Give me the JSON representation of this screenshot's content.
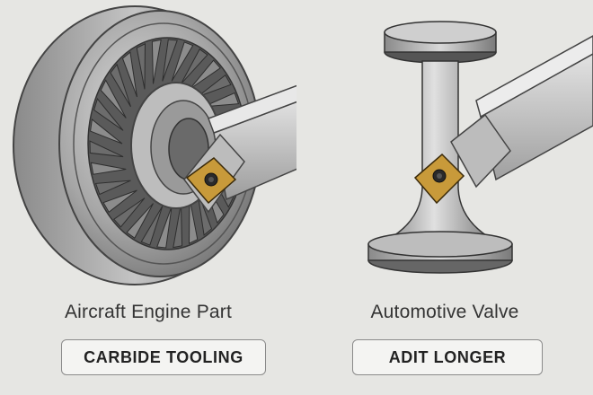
{
  "panels": [
    {
      "caption": "Aircraft Engine Part",
      "button_label": "CARBIDE TOOLING",
      "illustration_icon": "turbine-with-cutting-tool-icon"
    },
    {
      "caption": "Automotive Valve",
      "button_label": "ADIT LONGER",
      "illustration_icon": "valve-with-cutting-tool-icon"
    }
  ],
  "colors": {
    "background": "#e6e6e3",
    "metal": "#a8a8a8",
    "insert_gold": "#c89a3a",
    "text": "#333333"
  }
}
